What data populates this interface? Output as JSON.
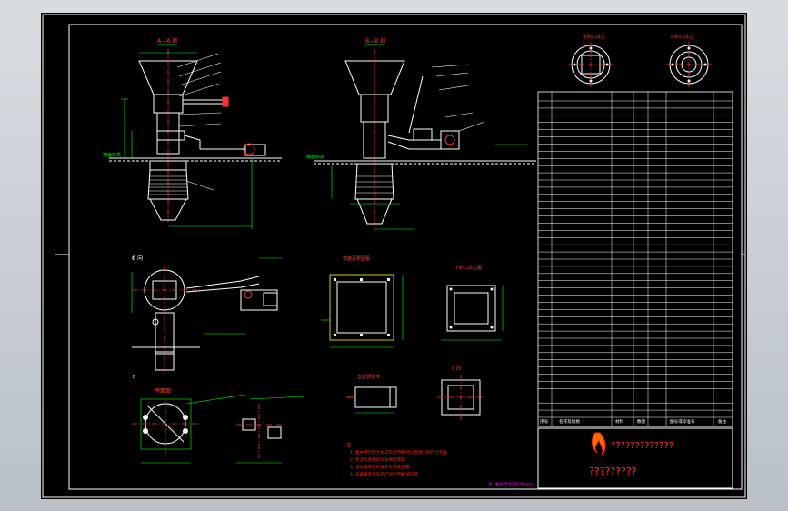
{
  "drawing": {
    "view_titles": {
      "a_a": "A—A 剖",
      "b_b": "B—B 剖",
      "c_view": "C 向",
      "top_view": "平面图"
    },
    "flange_titles": {
      "left": "进料口法兰",
      "right": "出料口法兰"
    },
    "box_titles": {
      "left": "安装孔预留图",
      "right": "下料口法兰图",
      "small": "支座预埋件"
    },
    "callouts": {
      "floor_left": "楼面标高",
      "floor_right": "楼面标高"
    },
    "notes": {
      "title": "注:",
      "lines": [
        "1. 图中所示尺寸如与实际不符时以现场实际尺寸为准",
        "2. 各法兰连接处加石棉垫密封",
        "3. 电动推杆行程按实际需要调整",
        "4. 设备安装完毕后应进行空载试运转"
      ],
      "footer": "注: 本图尺寸单位为mm"
    },
    "title_block": {
      "headers": [
        "序号",
        "名称及规格",
        "材料",
        "数量",
        "图号或标准号",
        "备注"
      ],
      "company": "?????????????",
      "drawing_name": "?????????"
    },
    "colors": {
      "background": "#000000",
      "outline": "#ffffff",
      "part": "#ffffff",
      "dimension": "#00ff00",
      "centerline": "#ff3030",
      "hidden": "#ffff00",
      "note": "#ff2020",
      "accent": "#ff00ff"
    }
  }
}
